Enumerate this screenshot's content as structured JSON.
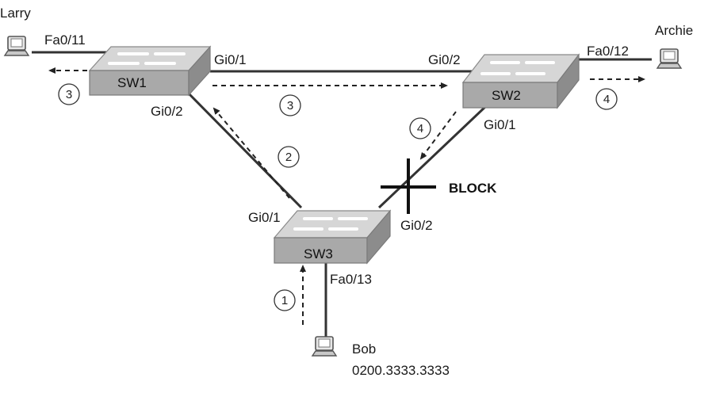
{
  "switches": {
    "sw1": {
      "name": "SW1"
    },
    "sw2": {
      "name": "SW2"
    },
    "sw3": {
      "name": "SW3"
    }
  },
  "hosts": {
    "larry": {
      "name": "Larry"
    },
    "archie": {
      "name": "Archie"
    },
    "bob": {
      "name": "Bob",
      "mac": "0200.3333.3333"
    }
  },
  "ports": {
    "sw1_fa0_11": "Fa0/11",
    "sw1_gi0_1": "Gi0/1",
    "sw1_gi0_2": "Gi0/2",
    "sw2_gi0_2": "Gi0/2",
    "sw2_fa0_12": "Fa0/12",
    "sw2_gi0_1": "Gi0/1",
    "sw3_gi0_1": "Gi0/1",
    "sw3_gi0_2": "Gi0/2",
    "sw3_fa0_13": "Fa0/13"
  },
  "block_label": "BLOCK",
  "steps": {
    "bob_to_sw3": "1",
    "sw3_to_sw1": "2",
    "sw1_to_larry": "3",
    "sw1_to_sw2": "3",
    "sw2_to_sw3": "4",
    "sw2_to_archie": "4"
  },
  "colors": {
    "switch_top": "#d6d6d6",
    "switch_front": "#a9a9a9",
    "switch_side": "#8c8c8c",
    "link": "#333333"
  }
}
